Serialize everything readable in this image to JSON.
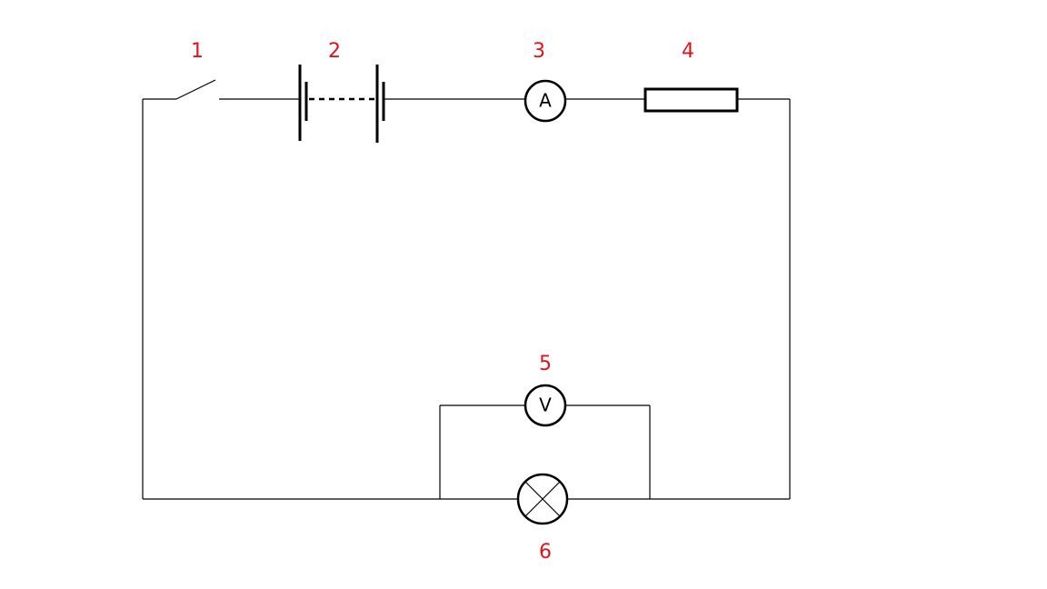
{
  "colors": {
    "label": "#e0131b",
    "wire": "#000000",
    "background": "#ffffff"
  },
  "components": [
    {
      "number": "1",
      "kind": "switch-open"
    },
    {
      "number": "2",
      "kind": "battery"
    },
    {
      "number": "3",
      "kind": "ammeter",
      "symbol": "A"
    },
    {
      "number": "4",
      "kind": "resistor"
    },
    {
      "number": "5",
      "kind": "voltmeter",
      "symbol": "V"
    },
    {
      "number": "6",
      "kind": "lamp"
    }
  ]
}
